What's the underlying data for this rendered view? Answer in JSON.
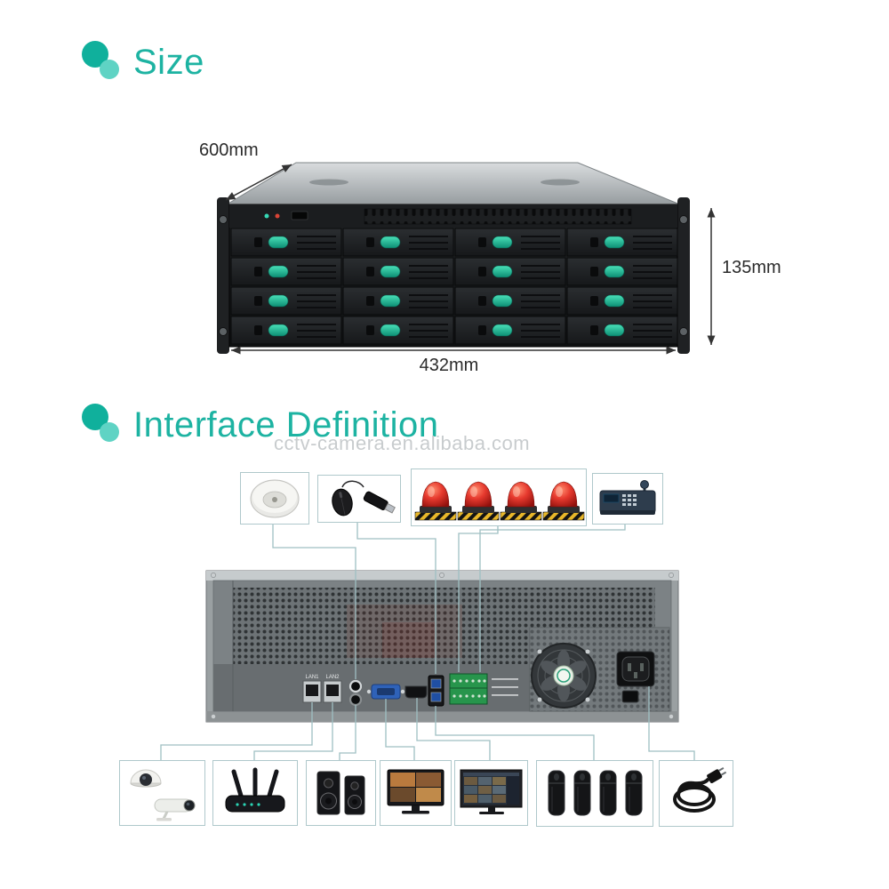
{
  "size_section": {
    "title": "Size",
    "dimensions": {
      "depth": "600mm",
      "height": "135mm",
      "width": "432mm"
    }
  },
  "interface_section": {
    "title": "Interface Definition",
    "watermark": "cctv-camera.en.alibaba.com"
  },
  "rear_panel": {
    "labels": {
      "lan1": "LAN1",
      "lan2": "LAN2"
    }
  },
  "peripherals": {
    "top": [
      {
        "name": "ceiling-speaker"
      },
      {
        "name": "usb-mouse-and-dongle"
      },
      {
        "name": "alarm-sirens"
      },
      {
        "name": "ptz-control-keyboard"
      }
    ],
    "bottom": [
      {
        "name": "ip-cameras"
      },
      {
        "name": "wifi-router"
      },
      {
        "name": "audio-speakers"
      },
      {
        "name": "cctv-monitor"
      },
      {
        "name": "vms-display"
      },
      {
        "name": "usb-storage-drives"
      },
      {
        "name": "power-cord"
      }
    ]
  },
  "colors": {
    "accent": "#1db3a2",
    "accent_light": "#5fd3c4",
    "connector_line": "#9fbfc2",
    "dimension_text": "#2b2b2b"
  }
}
